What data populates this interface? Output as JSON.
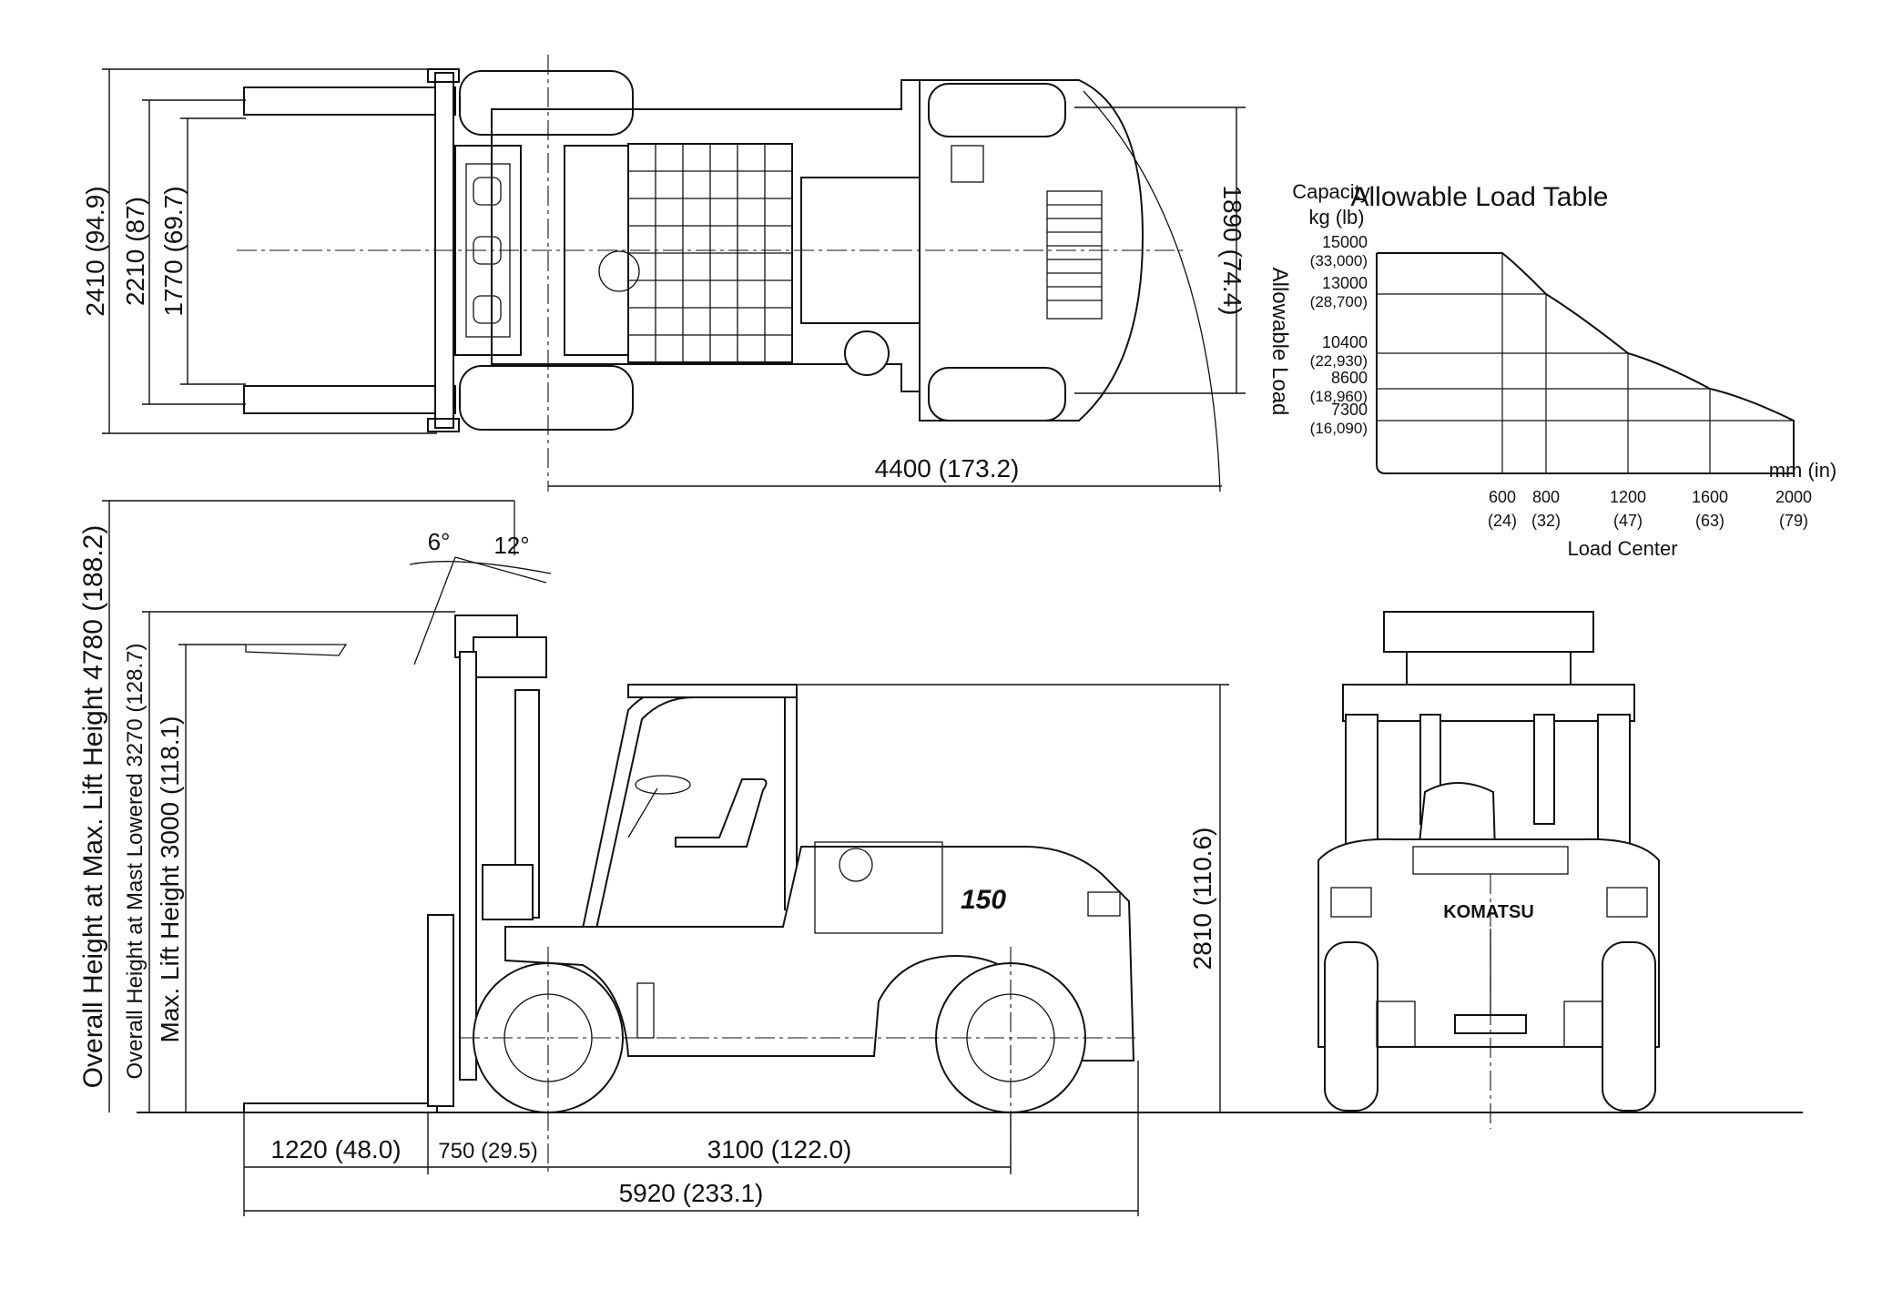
{
  "top_view": {
    "width_overall": "2410 (94.9)",
    "width_tread": "2210 (87)",
    "width_forks": "1770 (69.7)",
    "width_rear": "1890 (74.4)",
    "turning_radius": "4400 (173.2)"
  },
  "side_view": {
    "tilt_forward": "6°",
    "tilt_backward": "12°",
    "overall_height_max_lift": "Overall Height at Max. Lift Height  4780 (188.2)",
    "overall_height_lowered": "Overall Height at Mast Lowered   3270 (128.7)",
    "max_lift_height": "Max. Lift Height  3000 (118.1)",
    "height_overhead_guard": "2810 (110.6)",
    "fork_length": "1220 (48.0)",
    "front_overhang": "750 (29.5)",
    "wheelbase": "3100 (122.0)",
    "overall_length": "5920 (233.1)",
    "model_badge": "150"
  },
  "front_view": {
    "brand_badge": "KOMATSU"
  },
  "chart_data": {
    "type": "area",
    "title": "Allowable Load Table",
    "ylabel": "Allowable Load",
    "y_unit_label_1": "Capacity",
    "y_unit_label_2": "kg (lb)",
    "xlabel": "Load Center",
    "x_unit_label": "mm (in)",
    "x_ticks": [
      {
        "value": 600,
        "label": "600",
        "sub": "(24)"
      },
      {
        "value": 800,
        "label": "800",
        "sub": "(32)"
      },
      {
        "value": 1200,
        "label": "1200",
        "sub": "(47)"
      },
      {
        "value": 1600,
        "label": "1600",
        "sub": "(63)"
      },
      {
        "value": 2000,
        "label": "2000",
        "sub": "(79)"
      }
    ],
    "y_ticks": [
      {
        "value": 15000,
        "label": "15000",
        "sub": "(33,000)"
      },
      {
        "value": 13000,
        "label": "13000",
        "sub": "(28,700)"
      },
      {
        "value": 10400,
        "label": "10400",
        "sub": "(22,930)"
      },
      {
        "value": 8600,
        "label": "8600",
        "sub": "(18,960)"
      },
      {
        "value": 7300,
        "label": "7300",
        "sub": "(16,090)"
      }
    ],
    "x": [
      0,
      600,
      800,
      1200,
      1600,
      2000
    ],
    "values": [
      15000,
      15000,
      13000,
      10400,
      8600,
      7300
    ],
    "xlim": [
      0,
      2000
    ],
    "grid": true
  }
}
